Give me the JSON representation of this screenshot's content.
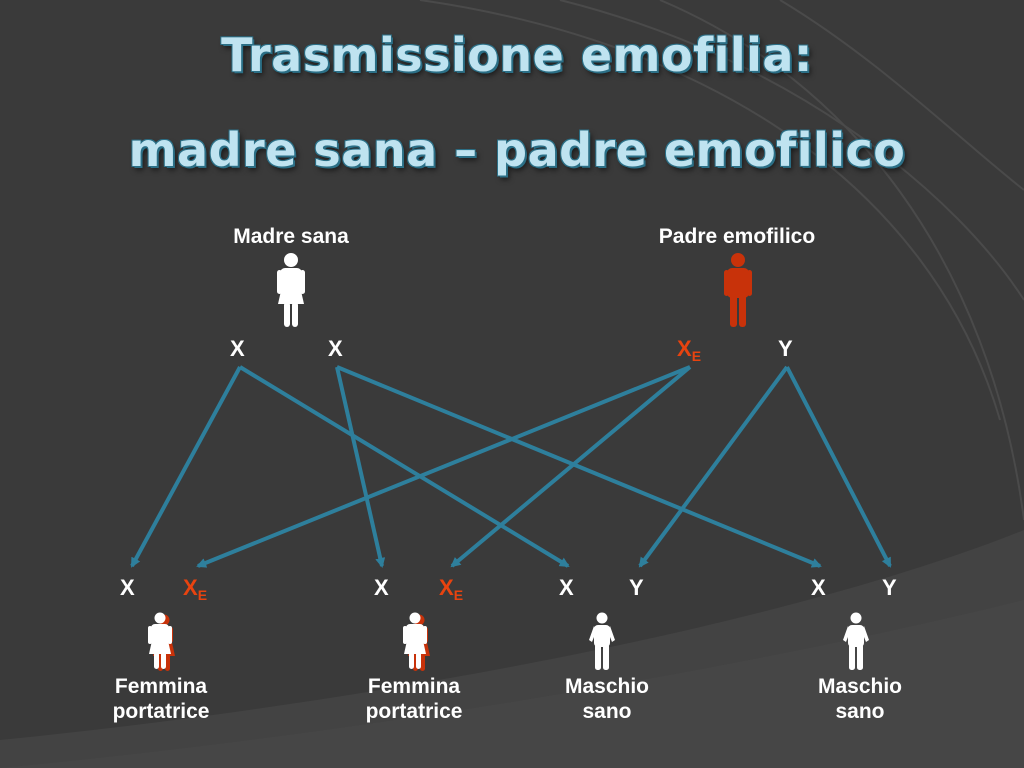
{
  "slide": {
    "title_line1": "Trasmissione emofilia:",
    "title_line2": "madre sana – padre emofilico",
    "colors": {
      "background": "#3a3a3a",
      "arrow": "#2e7f9c",
      "affected": "#c8320a",
      "healthy": "#ffffff"
    }
  },
  "parents": {
    "mother": {
      "label": "Madre sana",
      "chromosomes": [
        "X",
        "X"
      ],
      "icon": "female-figure-icon"
    },
    "father": {
      "label": "Padre emofilico",
      "chromosomes": [
        "X",
        "Y"
      ],
      "affected_subscript": "E",
      "icon": "male-figure-icon-red"
    }
  },
  "children": [
    {
      "label_line1": "Femmina",
      "label_line2": "portatrice",
      "chr1": "X",
      "chr2": "X",
      "chr2_sub": "E",
      "icon": "female-carrier-icon"
    },
    {
      "label_line1": "Femmina",
      "label_line2": "portatrice",
      "chr1": "X",
      "chr2": "X",
      "chr2_sub": "E",
      "icon": "female-carrier-icon"
    },
    {
      "label_line1": "Maschio",
      "label_line2": "sano",
      "chr1": "X",
      "chr2": "Y",
      "icon": "male-figure-icon"
    },
    {
      "label_line1": "Maschio",
      "label_line2": "sano",
      "chr1": "X",
      "chr2": "Y",
      "icon": "male-figure-icon"
    }
  ]
}
